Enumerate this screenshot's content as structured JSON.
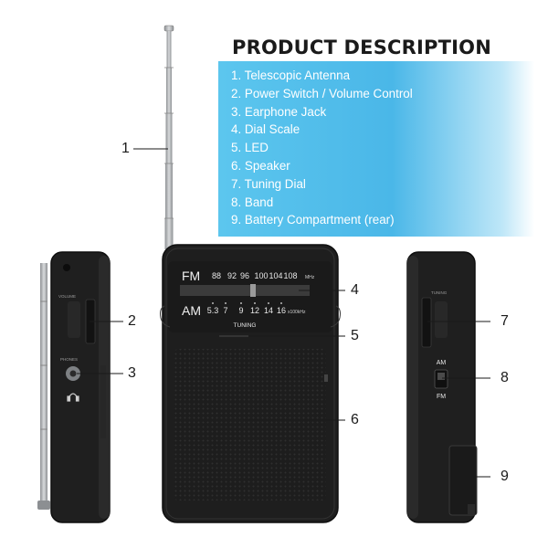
{
  "title": "PRODUCT DESCRIPTION",
  "description_items": [
    "1. Telescopic Antenna",
    "2. Power Switch / Volume Control",
    "3. Earphone Jack",
    "4. Dial Scale",
    "5. LED",
    "6. Speaker",
    "7. Tuning Dial",
    "8. Band",
    "9. Battery Compartment (rear)"
  ],
  "callouts": [
    "1",
    "2",
    "3",
    "4",
    "5",
    "6",
    "7",
    "8",
    "9"
  ],
  "dial": {
    "fm_label": "FM",
    "fm_scale": [
      "88",
      "92",
      "96",
      "100",
      "104",
      "108"
    ],
    "fm_unit": "MHz",
    "am_label": "AM",
    "am_scale": [
      "5.3",
      "7",
      "9",
      "12",
      "14",
      "16"
    ],
    "am_unit": "x100kHz",
    "tuning_label": "TUNING"
  },
  "left_side": {
    "volume_label": "VOLUME",
    "phones_label": "PHONES"
  },
  "right_side": {
    "tuning_label": "TUNING",
    "band_am": "AM",
    "band_fm": "FM"
  },
  "colors": {
    "panel": "#4ab7e8",
    "device": "#1e1e1e",
    "antenna": "#b9bcbf"
  }
}
